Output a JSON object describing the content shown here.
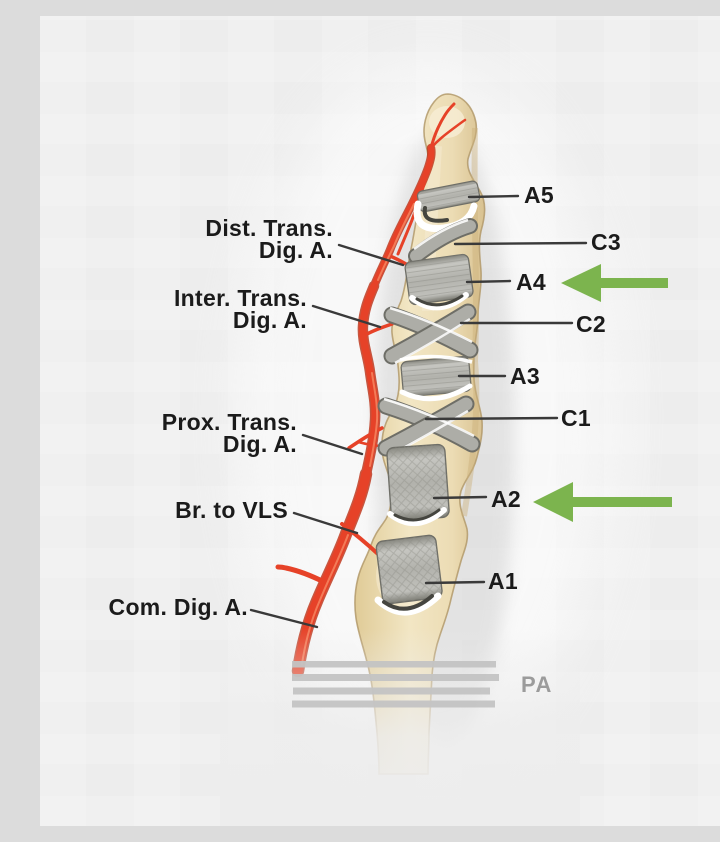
{
  "labels": {
    "a5": "A5",
    "c3": "C3",
    "a4": "A4",
    "c2": "C2",
    "a3": "A3",
    "c1": "C1",
    "a2": "A2",
    "a1": "A1",
    "pa": "PA",
    "dist_trans_line1": "Dist. Trans.",
    "dist_trans_line2": "Dig. A.",
    "inter_trans_line1": "Inter. Trans.",
    "inter_trans_line2": "Dig. A.",
    "prox_trans_line1": "Prox. Trans.",
    "prox_trans_line2": "Dig. A.",
    "br_to_vls": "Br. to VLS",
    "com_dig_a": "Com. Dig. A."
  },
  "indicators": {
    "a4_arrow": "left-arrow",
    "a2_arrow": "left-arrow"
  },
  "colors": {
    "background": "#ededed",
    "arrow_green": "#7cb44e",
    "artery_red": "#e64228",
    "artery_dark": "#bb2e13",
    "artery_highlight": "#f58560",
    "bone_fill": "#ecdcb4",
    "bone_light": "#f7eed6",
    "bone_edge": "#b39a6b",
    "pulley_gray": "#adada7",
    "pulley_dark": "#6e6e67",
    "rim_white": "#ffffff",
    "rim_shadow": "#45453f",
    "label_color": "#1b1b1b",
    "leader_color": "#3a3a3a",
    "pa_label_gray": "#9b9b9b",
    "pa_bar_gray": "#c4c4c4"
  }
}
